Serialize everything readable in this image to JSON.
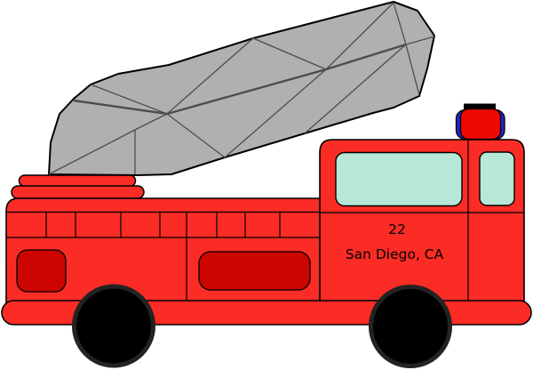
{
  "image": {
    "description": "Red fire engine clipart facing right with extended gray aerial ladder, roof beacon, two black wheels and unit markings",
    "background": "#ffffff"
  },
  "truck": {
    "unit_number": "22",
    "city_label": "San Diego, CA"
  },
  "colors": {
    "body_red": "#fa2c25",
    "dark_red": "#cc0500",
    "window_teal": "#b7e7d7",
    "ladder_gray": "#b0b0b0",
    "ladder_line": "#4d4d4d",
    "beacon_blue": "#2222cc",
    "beacon_red": "#ee0a00",
    "beacon_black": "#000000",
    "wheel_black": "#000000",
    "wheel_rim": "#232323",
    "outline_black": "#000000",
    "text_black": "#000000"
  }
}
